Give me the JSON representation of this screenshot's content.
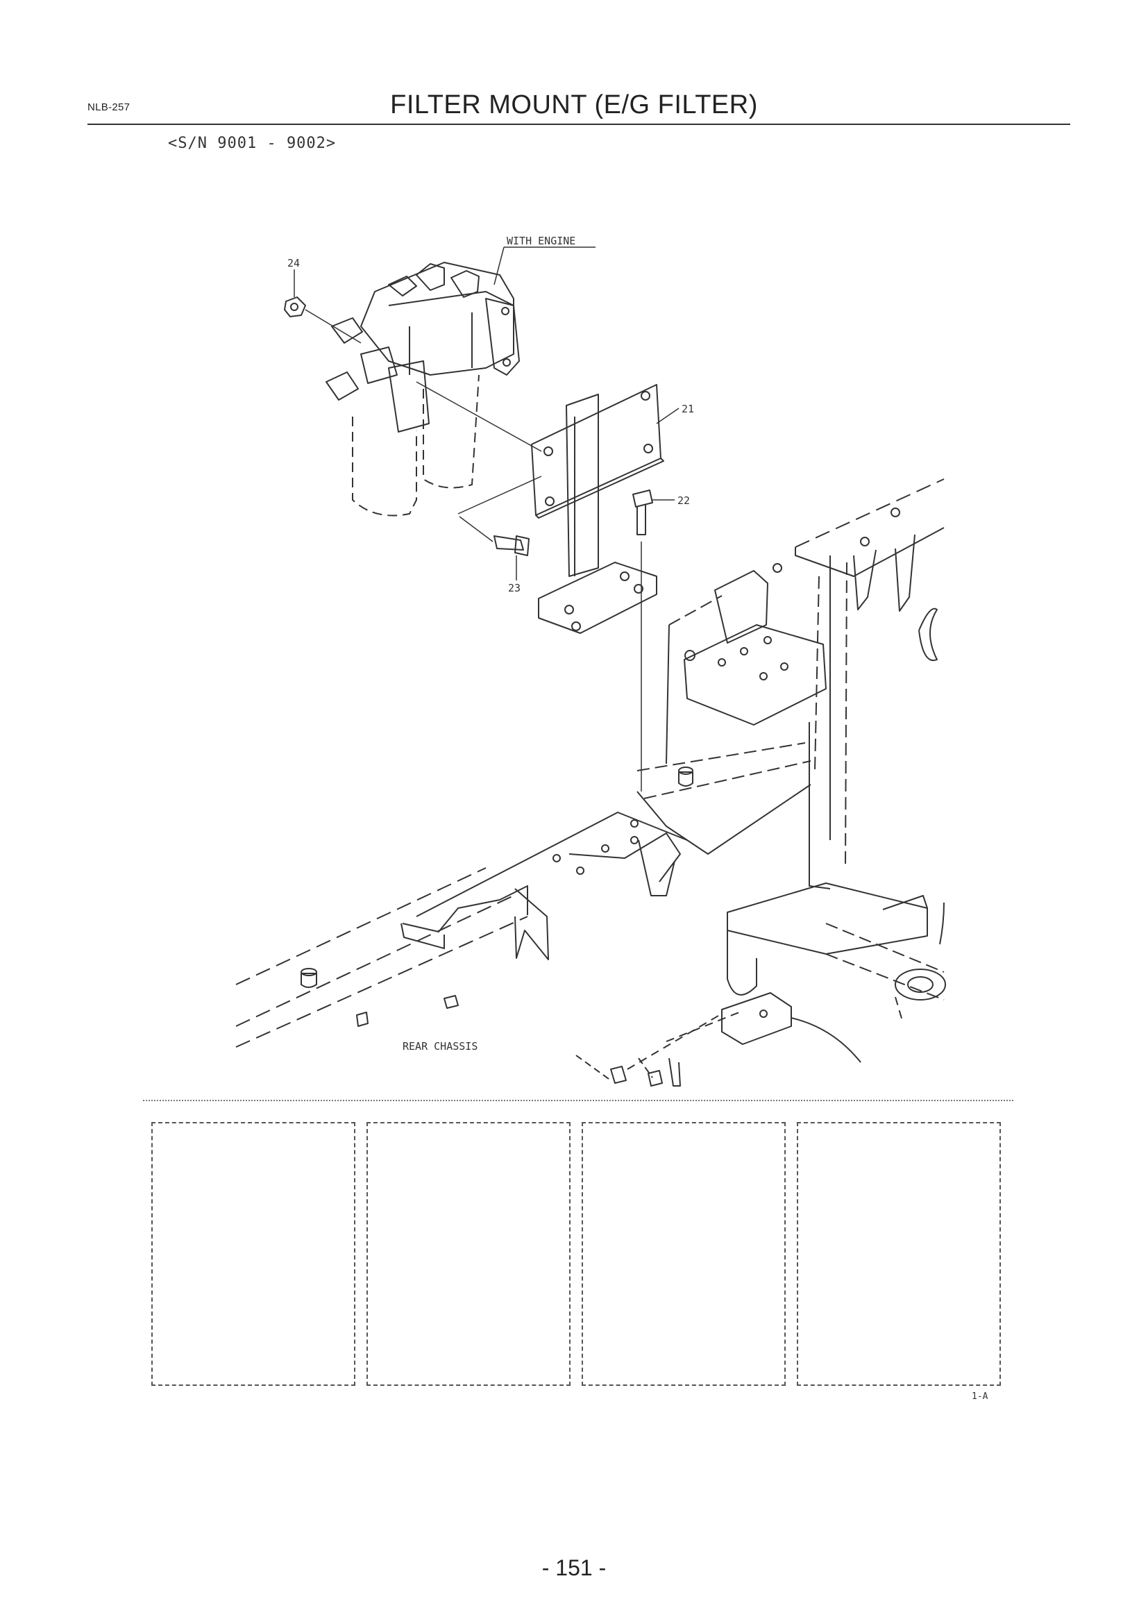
{
  "header": {
    "code": "NLB-257",
    "title": "FILTER MOUNT (E/G FILTER)",
    "serial_range": "<S/N 9001 - 9002>"
  },
  "diagram": {
    "labels": {
      "with_engine": "WITH ENGINE",
      "rear_chassis": "REAR CHASSIS",
      "part_21": "21",
      "part_22": "22",
      "part_23": "23",
      "part_24": "24"
    }
  },
  "panels": {
    "code": "1-A",
    "count": 4
  },
  "footer": {
    "page_number": "- 151 -"
  }
}
